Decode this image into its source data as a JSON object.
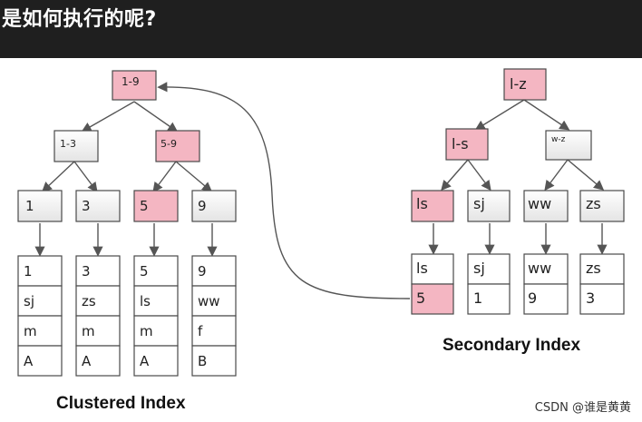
{
  "header": {
    "title": "是如何执行的呢?"
  },
  "diagram": {
    "clustered_caption": "Clustered Index",
    "secondary_caption": "Secondary Index",
    "clustered": {
      "root": "1-9",
      "level2": [
        "1-3",
        "5-9"
      ],
      "level3": [
        "1",
        "3",
        "5",
        "9"
      ],
      "rows": [
        [
          "1",
          "sj",
          "m",
          "A"
        ],
        [
          "3",
          "zs",
          "m",
          "A"
        ],
        [
          "5",
          "ls",
          "m",
          "A"
        ],
        [
          "9",
          "ww",
          "f",
          "B"
        ]
      ]
    },
    "secondary": {
      "root": "l-z",
      "level2": [
        "l-s",
        "w-z"
      ],
      "level3": [
        "ls",
        "sj",
        "ww",
        "zs"
      ],
      "rows": [
        [
          "ls",
          "5"
        ],
        [
          "sj",
          "1"
        ],
        [
          "ww",
          "9"
        ],
        [
          "zs",
          "3"
        ]
      ]
    },
    "colors": {
      "highlight": "#f4b6c2",
      "normal": "#f2f2f2",
      "line": "#555555"
    }
  },
  "watermark": "CSDN @谁是黄黄"
}
